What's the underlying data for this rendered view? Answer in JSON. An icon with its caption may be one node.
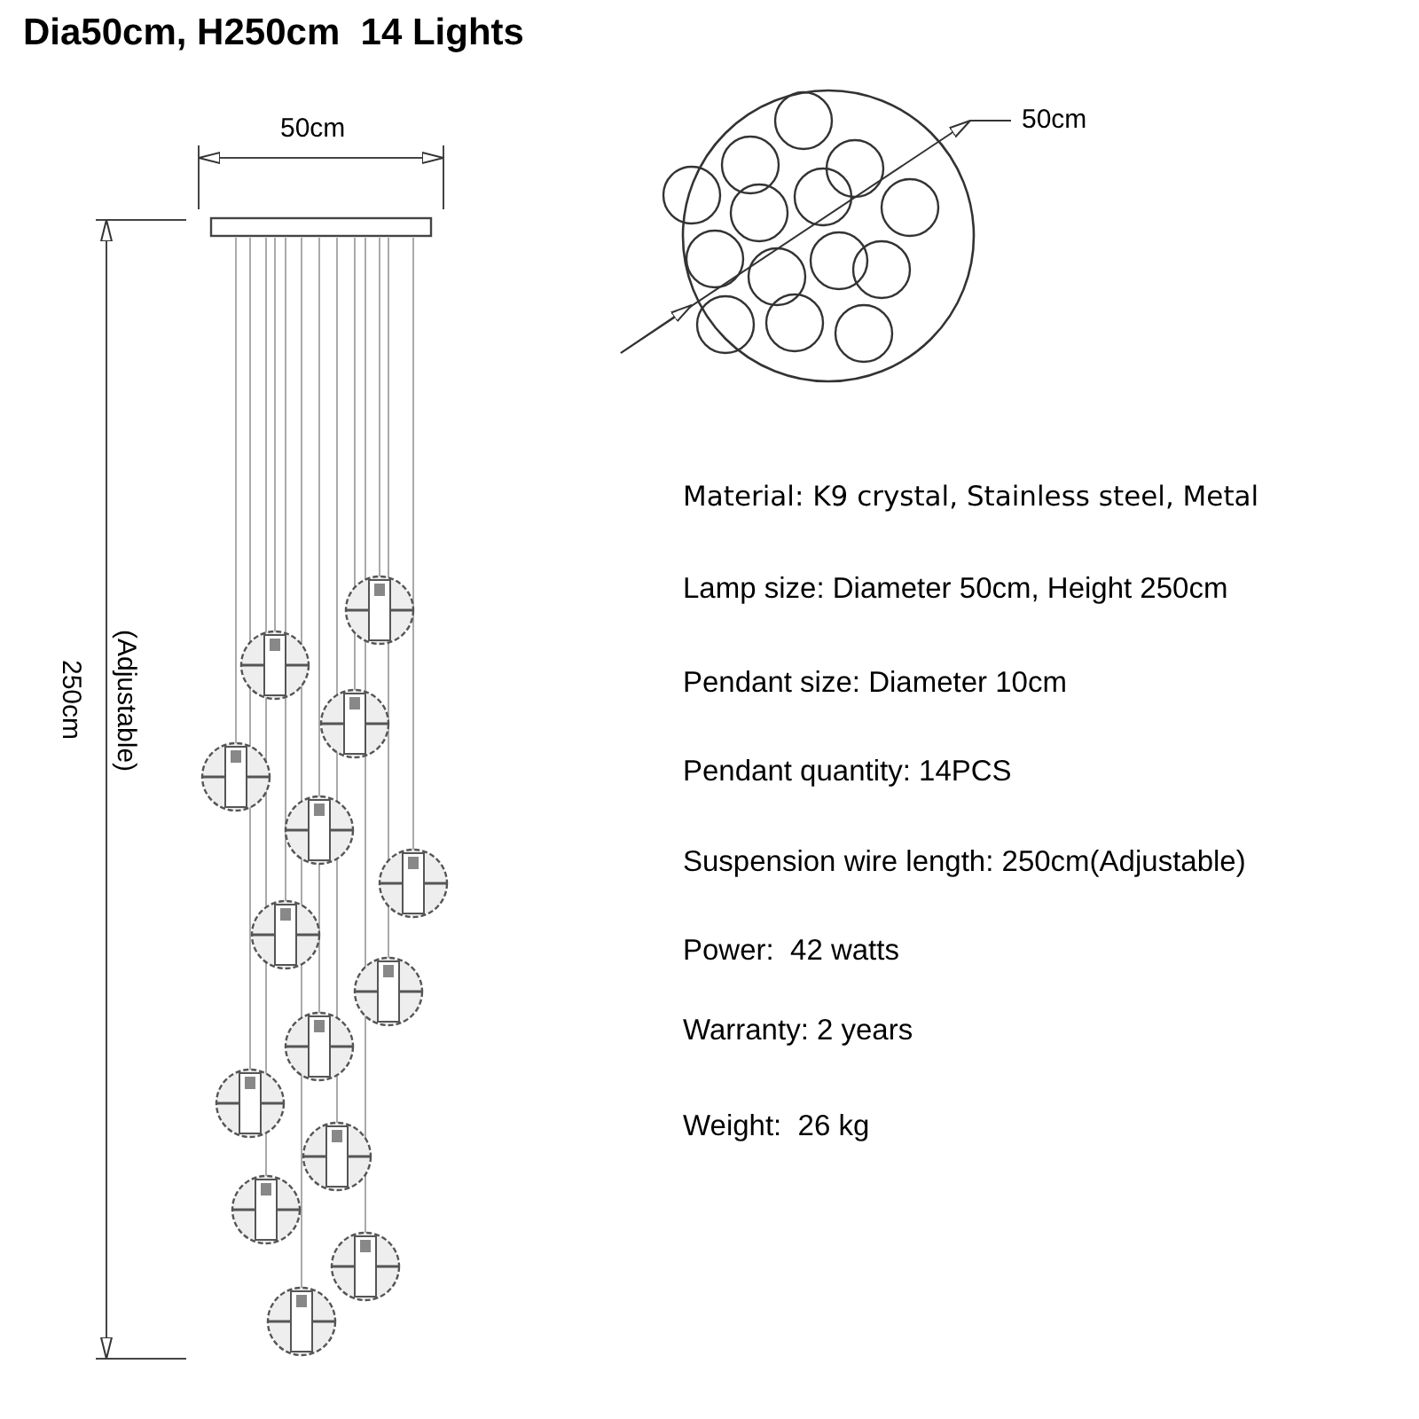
{
  "diagram": {
    "title": "Dia50cm, H250cm  14 Lights",
    "labels": [
      "50cm",
      "50cm",
      "250cm",
      "(Adjustable)",
      "Material: K9 crystal, Stainless steel, Metal",
      "Lamp size: Diameter 50cm, Height 250cm",
      "Pendant size: Diameter 10cm",
      "Pendant quantity: 14PCS",
      "Suspension wire length: 250cm(Adjustable)",
      "Power:  42 watts",
      "Warranty: 2 years",
      "Weight:  26 kg"
    ]
  }
}
